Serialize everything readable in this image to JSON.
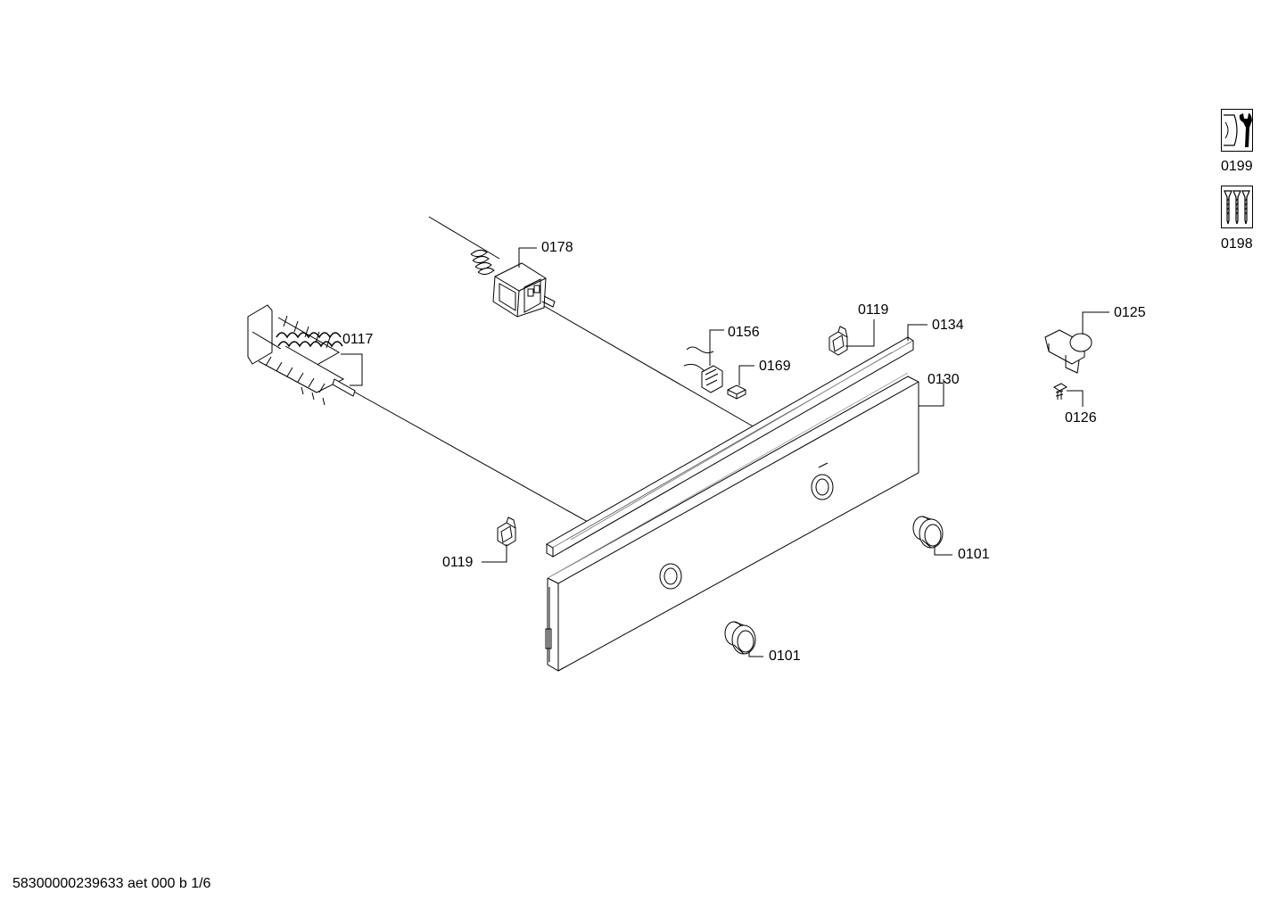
{
  "parts": [
    {
      "id": "p0178",
      "label": "0178",
      "icon": "thermostat-icon"
    },
    {
      "id": "p0117",
      "label": "0117",
      "icon": "selector-switch-icon"
    },
    {
      "id": "p0156",
      "label": "0156",
      "icon": "wiring-board-icon"
    },
    {
      "id": "p0169",
      "label": "0169",
      "icon": "small-pad-icon"
    },
    {
      "id": "p0119a",
      "label": "0119",
      "icon": "clip-icon"
    },
    {
      "id": "p0134",
      "label": "0134",
      "icon": "profile-strip-icon"
    },
    {
      "id": "p0130",
      "label": "0130",
      "icon": "control-panel-icon"
    },
    {
      "id": "p0125",
      "label": "0125",
      "icon": "hinge-bracket-icon"
    },
    {
      "id": "p0126",
      "label": "0126",
      "icon": "screw-icon"
    },
    {
      "id": "p0119b",
      "label": "0119",
      "icon": "clip-icon"
    },
    {
      "id": "p0101a",
      "label": "0101",
      "icon": "knob-icon"
    },
    {
      "id": "p0101b",
      "label": "0101",
      "icon": "knob-icon"
    }
  ],
  "side_icons": [
    {
      "label": "0199",
      "icon": "wrench-tool-icon"
    },
    {
      "label": "0198",
      "icon": "screws-set-icon"
    }
  ],
  "footer": {
    "code": "58300000239633 aet 000 b 1/6"
  },
  "colors": {
    "line": "#000000",
    "panel_fill": "#ffffff",
    "shade": "#d8d8d8"
  }
}
